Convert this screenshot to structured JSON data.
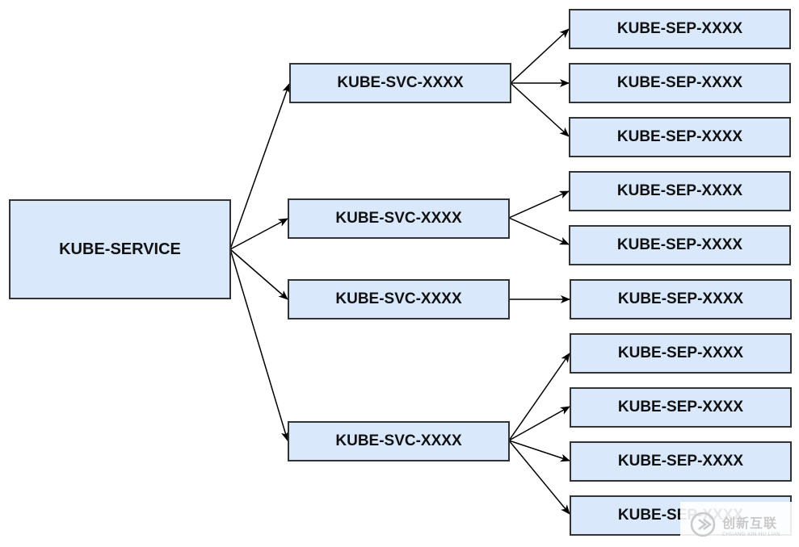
{
  "root": {
    "label": "KUBE-SERVICE"
  },
  "services": [
    {
      "label": "KUBE-SVC-XXXX",
      "endpoints": [
        "KUBE-SEP-XXXX",
        "KUBE-SEP-XXXX",
        "KUBE-SEP-XXXX"
      ]
    },
    {
      "label": "KUBE-SVC-XXXX",
      "endpoints": [
        "KUBE-SEP-XXXX",
        "KUBE-SEP-XXXX"
      ]
    },
    {
      "label": "KUBE-SVC-XXXX",
      "endpoints": [
        "KUBE-SEP-XXXX"
      ]
    },
    {
      "label": "KUBE-SVC-XXXX",
      "endpoints": [
        "KUBE-SEP-XXXX",
        "KUBE-SEP-XXXX",
        "KUBE-SEP-XXXX",
        "KUBE-SEP-XXXX"
      ]
    }
  ],
  "colors": {
    "node_fill": "#dae8fc",
    "node_border": "#333333",
    "arrow": "#000000"
  },
  "watermark": {
    "name": "创新互联",
    "subtitle": "CHUANG XIN HU LIAN"
  }
}
